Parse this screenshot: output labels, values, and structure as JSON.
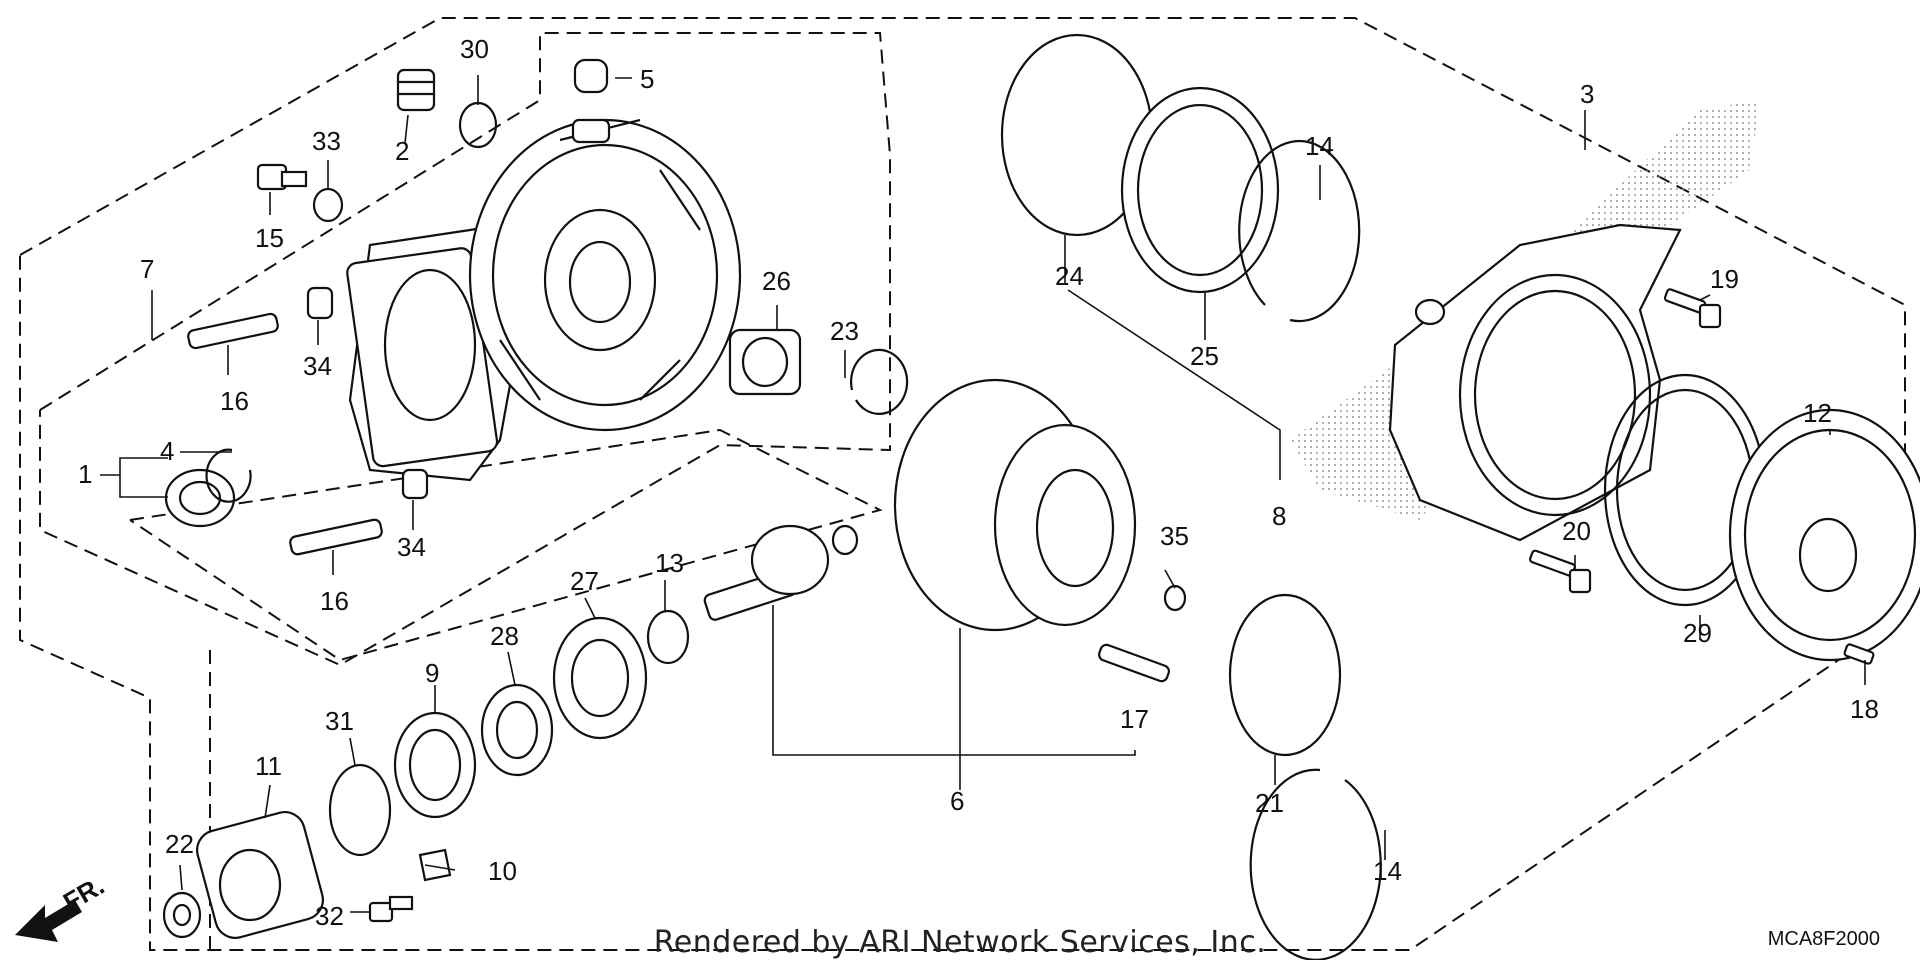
{
  "diagram": {
    "callouts": [
      {
        "id": "1",
        "text": "1"
      },
      {
        "id": "2",
        "text": "2"
      },
      {
        "id": "3",
        "text": "3"
      },
      {
        "id": "4",
        "text": "4"
      },
      {
        "id": "5",
        "text": "5"
      },
      {
        "id": "6",
        "text": "6"
      },
      {
        "id": "7",
        "text": "7"
      },
      {
        "id": "8",
        "text": "8"
      },
      {
        "id": "9",
        "text": "9"
      },
      {
        "id": "10",
        "text": "10"
      },
      {
        "id": "11",
        "text": "11"
      },
      {
        "id": "12",
        "text": "12"
      },
      {
        "id": "13",
        "text": "13"
      },
      {
        "id": "14a",
        "text": "14"
      },
      {
        "id": "14b",
        "text": "14"
      },
      {
        "id": "15",
        "text": "15"
      },
      {
        "id": "16a",
        "text": "16"
      },
      {
        "id": "16b",
        "text": "16"
      },
      {
        "id": "17",
        "text": "17"
      },
      {
        "id": "18",
        "text": "18"
      },
      {
        "id": "19",
        "text": "19"
      },
      {
        "id": "20",
        "text": "20"
      },
      {
        "id": "21",
        "text": "21"
      },
      {
        "id": "22",
        "text": "22"
      },
      {
        "id": "23",
        "text": "23"
      },
      {
        "id": "24",
        "text": "24"
      },
      {
        "id": "25",
        "text": "25"
      },
      {
        "id": "26",
        "text": "26"
      },
      {
        "id": "27",
        "text": "27"
      },
      {
        "id": "28",
        "text": "28"
      },
      {
        "id": "29",
        "text": "29"
      },
      {
        "id": "30",
        "text": "30"
      },
      {
        "id": "31",
        "text": "31"
      },
      {
        "id": "32",
        "text": "32"
      },
      {
        "id": "33",
        "text": "33"
      },
      {
        "id": "34a",
        "text": "34"
      },
      {
        "id": "34b",
        "text": "34"
      },
      {
        "id": "35",
        "text": "35"
      }
    ],
    "front_label": "FR.",
    "credit": "Rendered by ARI Network Services, Inc.",
    "code": "MCA8F2000"
  }
}
